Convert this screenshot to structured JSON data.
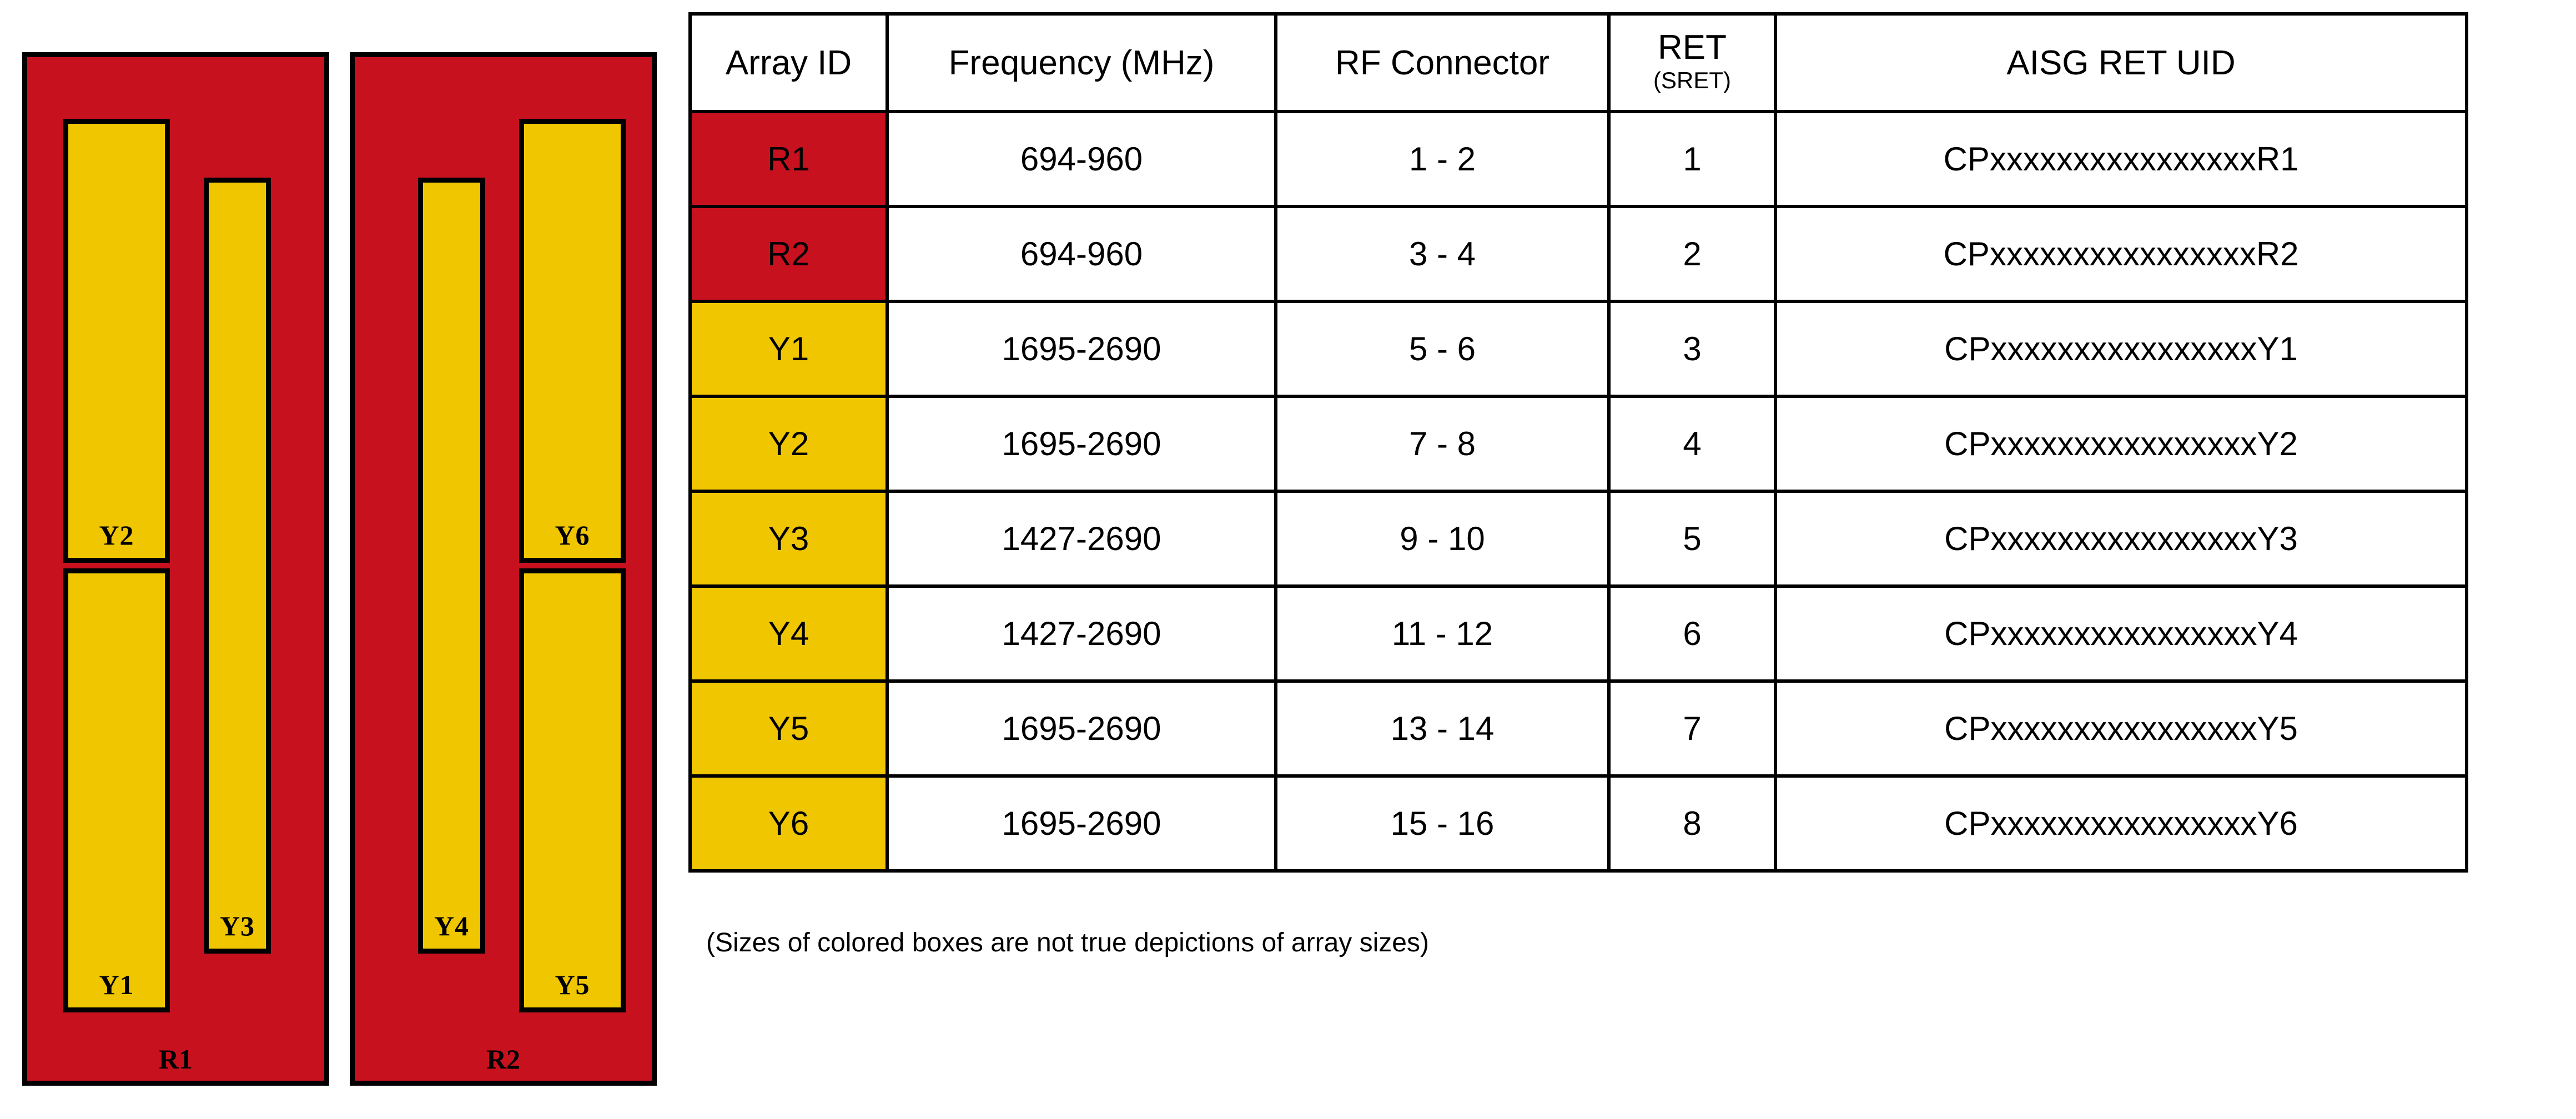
{
  "diagram": {
    "panels": [
      {
        "id": "R1",
        "label": "R1",
        "color": "#C8111E",
        "sub_arrays": [
          {
            "id": "Y2",
            "label": "Y2",
            "color": "#EFC600"
          },
          {
            "id": "Y1",
            "label": "Y1",
            "color": "#EFC600"
          },
          {
            "id": "Y3",
            "label": "Y3",
            "color": "#EFC600"
          }
        ]
      },
      {
        "id": "R2",
        "label": "R2",
        "color": "#C8111E",
        "sub_arrays": [
          {
            "id": "Y4",
            "label": "Y4",
            "color": "#EFC600"
          },
          {
            "id": "Y6",
            "label": "Y6",
            "color": "#EFC600"
          },
          {
            "id": "Y5",
            "label": "Y5",
            "color": "#EFC600"
          }
        ]
      }
    ]
  },
  "table": {
    "headers": {
      "array_id": "Array ID",
      "frequency": "Frequency (MHz)",
      "rf_connector": "RF Connector",
      "ret_main": "RET",
      "ret_sub": "(SRET)",
      "aisg_ret_uid": "AISG RET UID"
    },
    "rows": [
      {
        "array_id": "R1",
        "array_id_color": "#C8111E",
        "frequency": "694-960",
        "rf_connector": "1 - 2",
        "ret": "1",
        "uid": "CPxxxxxxxxxxxxxxxxR1"
      },
      {
        "array_id": "R2",
        "array_id_color": "#C8111E",
        "frequency": "694-960",
        "rf_connector": "3 - 4",
        "ret": "2",
        "uid": "CPxxxxxxxxxxxxxxxxR2"
      },
      {
        "array_id": "Y1",
        "array_id_color": "#EFC600",
        "frequency": "1695-2690",
        "rf_connector": "5 - 6",
        "ret": "3",
        "uid": "CPxxxxxxxxxxxxxxxxY1"
      },
      {
        "array_id": "Y2",
        "array_id_color": "#EFC600",
        "frequency": "1695-2690",
        "rf_connector": "7 - 8",
        "ret": "4",
        "uid": "CPxxxxxxxxxxxxxxxxY2"
      },
      {
        "array_id": "Y3",
        "array_id_color": "#EFC600",
        "frequency": "1427-2690",
        "rf_connector": "9 - 10",
        "ret": "5",
        "uid": "CPxxxxxxxxxxxxxxxxY3"
      },
      {
        "array_id": "Y4",
        "array_id_color": "#EFC600",
        "frequency": "1427-2690",
        "rf_connector": "11 - 12",
        "ret": "6",
        "uid": "CPxxxxxxxxxxxxxxxxY4"
      },
      {
        "array_id": "Y5",
        "array_id_color": "#EFC600",
        "frequency": "1695-2690",
        "rf_connector": "13 - 14",
        "ret": "7",
        "uid": "CPxxxxxxxxxxxxxxxxY5"
      },
      {
        "array_id": "Y6",
        "array_id_color": "#EFC600",
        "frequency": "1695-2690",
        "rf_connector": "15 - 16",
        "ret": "8",
        "uid": "CPxxxxxxxxxxxxxxxxY6"
      }
    ]
  },
  "footnote": "(Sizes of colored boxes are not true depictions of array sizes)"
}
